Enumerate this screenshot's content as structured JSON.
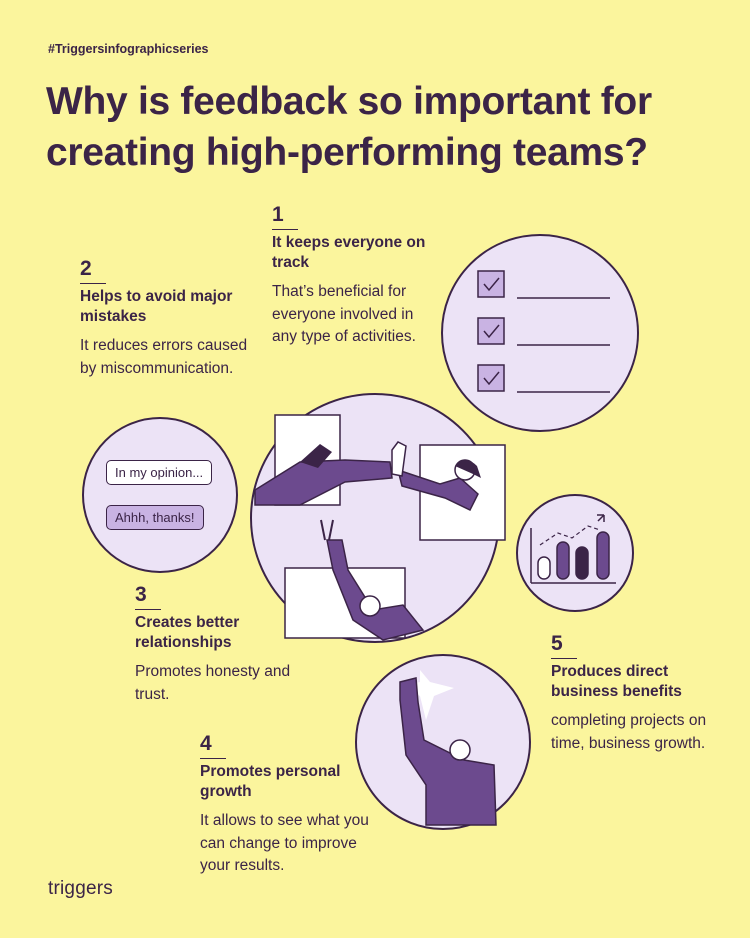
{
  "hashtag": "#Triggersinfographicseries",
  "title": "Why is feedback so important for creating high-performing teams?",
  "items": [
    {
      "num": "1",
      "head": "It keeps everyone on track",
      "desc": "That’s beneficial for everyone involved in any type of activities."
    },
    {
      "num": "2",
      "head": "Helps to avoid major mistakes",
      "desc": "It reduces errors caused by miscommunication."
    },
    {
      "num": "3",
      "head": "Creates better relationships",
      "desc": "Promotes honesty and trust."
    },
    {
      "num": "4",
      "head": "Promotes personal growth",
      "desc": "It allows to see what you can change to improve your results."
    },
    {
      "num": "5",
      "head": "Produces direct business benefits",
      "desc": "completing projects on time, business growth."
    }
  ],
  "bubbles": {
    "first": "In my opinion...",
    "second": "Ahhh, thanks!"
  },
  "brand": "triggers",
  "colors": {
    "background": "#fbf59d",
    "text": "#3b2447",
    "circle_fill": "#ece3f6",
    "accent_purple": "#6c4a8e",
    "light_purple": "#c9b3e3"
  }
}
